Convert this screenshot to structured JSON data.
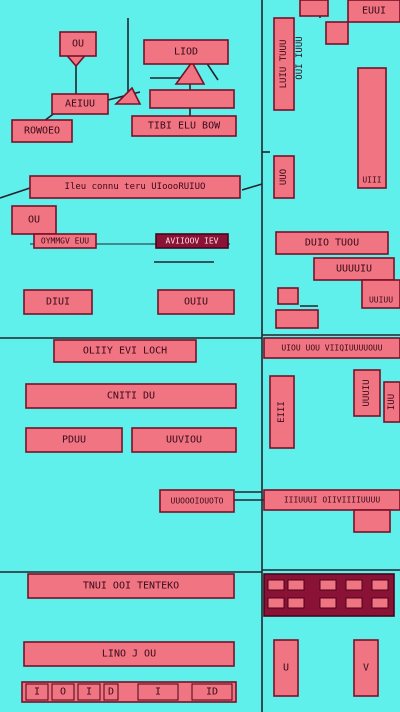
{
  "labels": {
    "b1": "OU",
    "b2": "LIOD",
    "b3": "",
    "b4": "AEIUU",
    "b5": "ROWOEO",
    "b6": "TIBI ELU BOW",
    "b7": "Ileu connu teru UIoooRUIUO",
    "b8": "OU",
    "b9": "OYMMGV EUU",
    "b10": "AVIIOOV IEV",
    "b11": "DIUI",
    "b12": "OUIU",
    "b13": "OLIIY EVI LOCH",
    "b14": "CNITI DU",
    "b15": "PDUU",
    "b16": "UUVIOU",
    "b17": "UUOOOIOUOTO",
    "b18": "TNUI OOI TENTEKO",
    "b19": "LINO J OU",
    "r1": "",
    "r2": "EUUI",
    "r3": "UUO",
    "r4": "DUIO TUOU",
    "r5": "UUUUIU",
    "r6": "UUIUU",
    "r7": "UIOU UOU VIIQIUUUUOUU",
    "r8": "IIIUUUI OIIVIIIIUUUU",
    "r9": "U",
    "r10": "V"
  },
  "vertical_labels": {
    "v1": "LUIU TUUU",
    "v2": "OUI IUUU",
    "v3": "UIII",
    "v4": "EIII",
    "v5": "UUUIU",
    "v6": "IUU"
  },
  "bottom_strip": [
    "I",
    "O",
    "I",
    "D",
    "I",
    "ID"
  ]
}
